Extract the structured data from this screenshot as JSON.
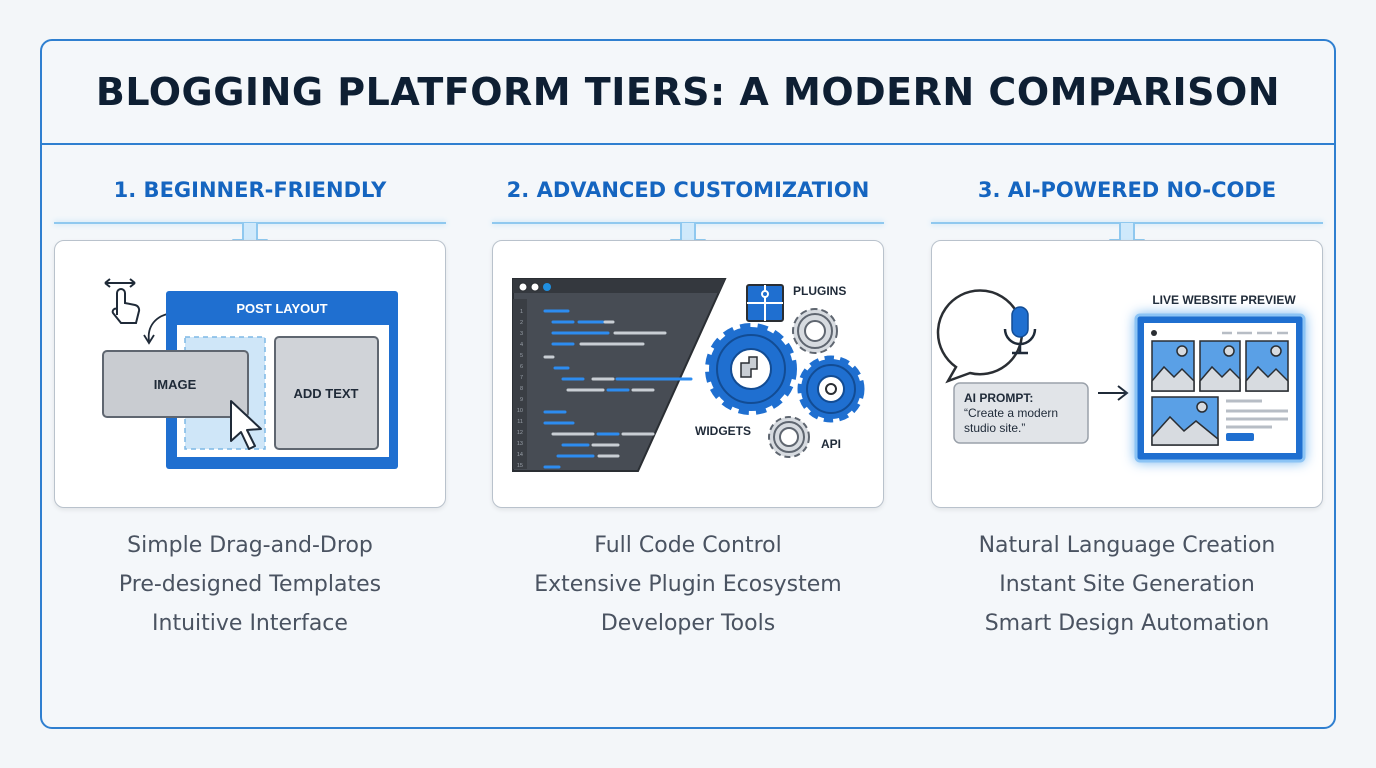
{
  "title": "BLOGGING PLATFORM TIERS: A MODERN COMPARISON",
  "colors": {
    "accent": "#1f6fd0",
    "border": "#2f7fd0",
    "heading": "#1565c0",
    "title": "#0e1f33"
  },
  "tiers": [
    {
      "heading": "1. BEGINNER-FRIENDLY",
      "illustration": {
        "panel_title": "POST LAYOUT",
        "image_label": "IMAGE",
        "text_label": "ADD TEXT",
        "icons": [
          "drag-hand-icon",
          "cursor-icon"
        ]
      },
      "features": [
        "Simple Drag-and-Drop",
        "Pre-designed Templates",
        "Intuitive Interface"
      ]
    },
    {
      "heading": "2. ADVANCED CUSTOMIZATION",
      "illustration": {
        "line_numbers": [
          "1",
          "2",
          "3",
          "4",
          "5",
          "6",
          "7",
          "8",
          "9",
          "10",
          "11",
          "12",
          "13",
          "14",
          "15"
        ],
        "plugins_label": "PLUGINS",
        "widgets_label": "WIDGETS",
        "api_label": "API",
        "icons": [
          "code-editor-icon",
          "puzzle-icon",
          "gear-icon"
        ]
      },
      "features": [
        "Full Code Control",
        "Extensive Plugin Ecosystem",
        "Developer Tools"
      ]
    },
    {
      "heading": "3. AI-POWERED NO-CODE",
      "illustration": {
        "preview_label": "LIVE WEBSITE PREVIEW",
        "prompt_title": "AI PROMPT:",
        "prompt_text_line1": "“Create a modern",
        "prompt_text_line2": "studio site.”",
        "icons": [
          "microphone-icon",
          "image-placeholder-icon"
        ]
      },
      "features": [
        "Natural Language Creation",
        "Instant Site Generation",
        "Smart Design Automation"
      ]
    }
  ]
}
